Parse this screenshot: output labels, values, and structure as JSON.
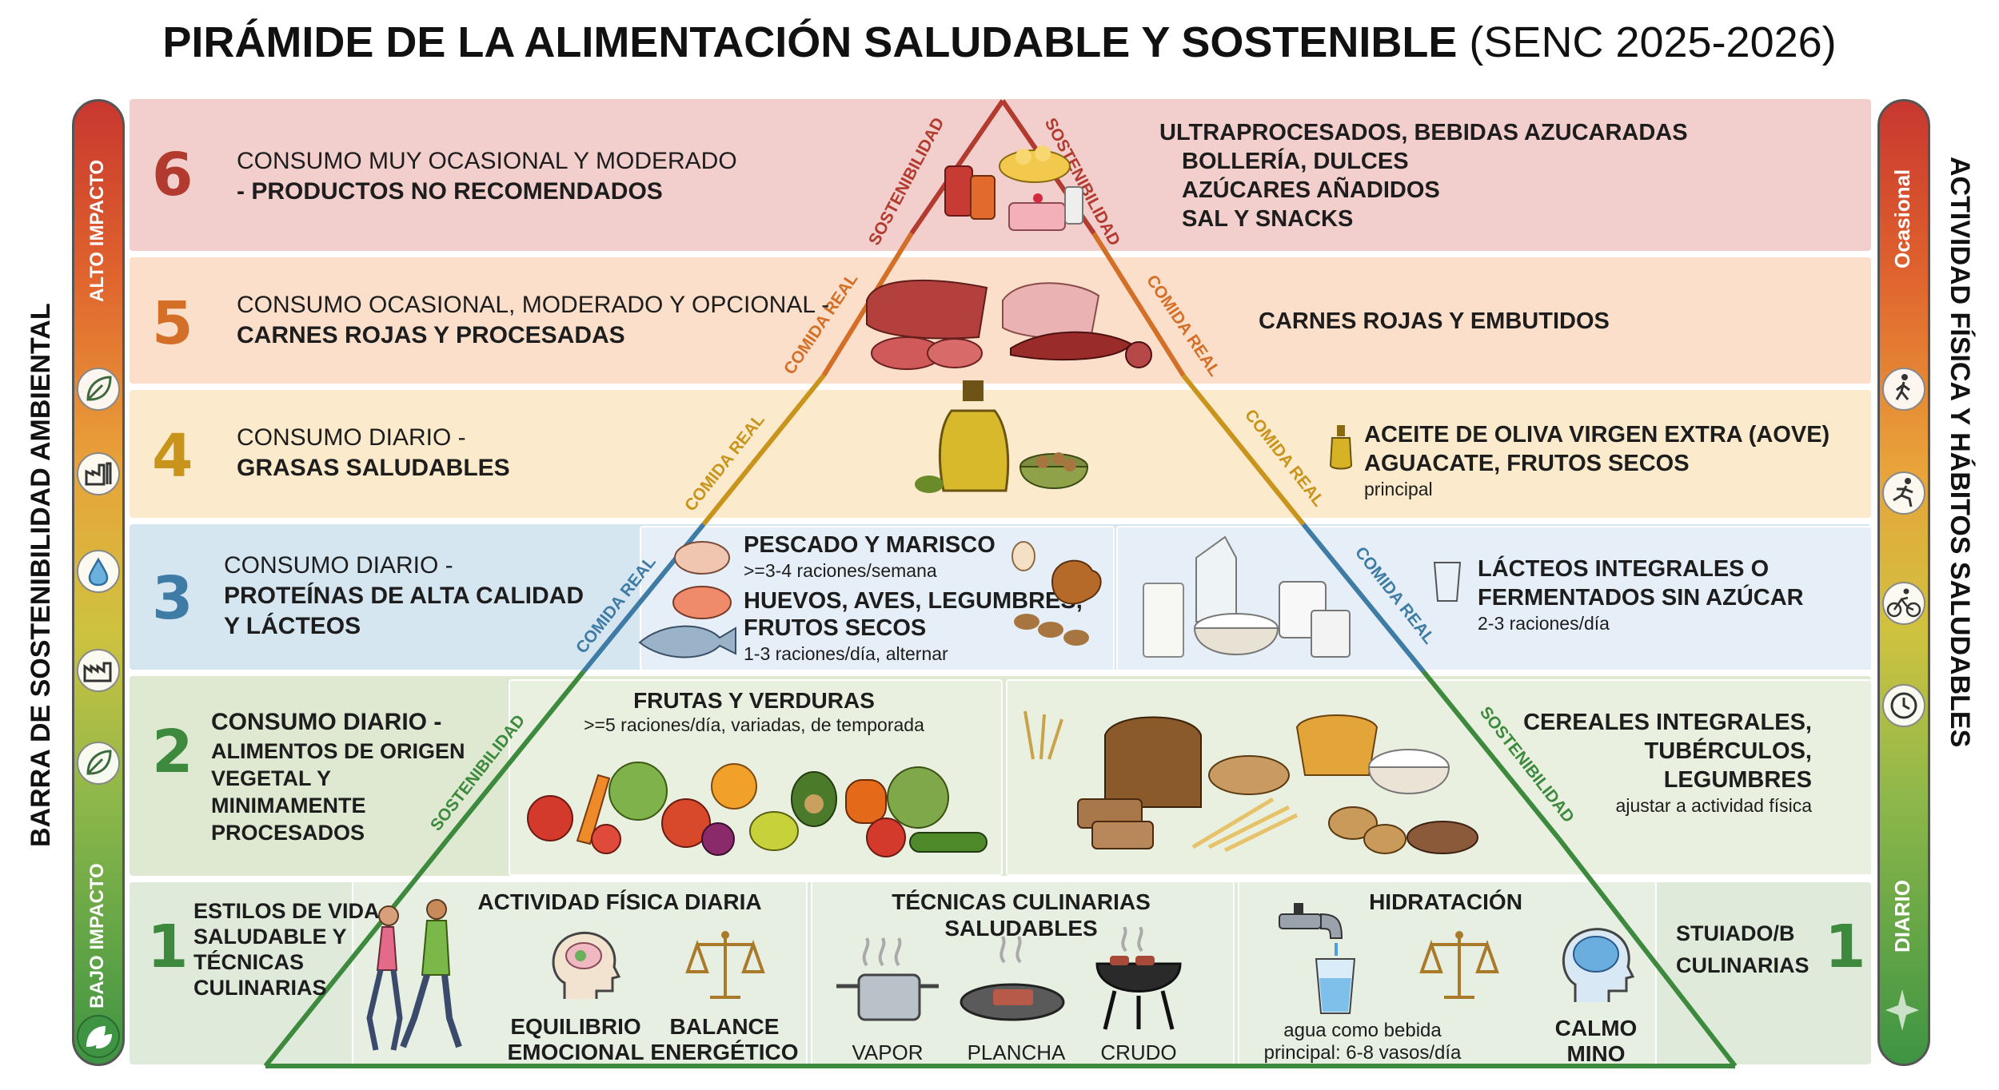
{
  "title": {
    "bold": "PIRÁMIDE DE LA ALIMENTACIÓN SALUDABLE Y SOSTENIBLE",
    "normal": "(SENC 2025-2026)"
  },
  "colors": {
    "level6": "#f2cfcd",
    "level5": "#fbdfcb",
    "level4": "#fbeacb",
    "level3": "#d6e6f1",
    "level2": "#dfe9d2",
    "level1": "#dfeadb",
    "red": "#b23a2e",
    "orange": "#d46f28",
    "amber": "#c9941c",
    "blue": "#3f7ca5",
    "green": "#3d8a3e"
  },
  "left_sidebar": {
    "title": "BARRA DE SOSTENIBILIDAD AMBIENTAL",
    "top_label": "ALTO IMPACTO",
    "bottom_label": "BAJO IMPACTO",
    "icons": [
      "leaf-icon",
      "factory-icon",
      "water-drop-icon",
      "factory-icon",
      "leaf-icon",
      "leaf-badge-icon"
    ]
  },
  "right_sidebar": {
    "title": "ACTIVIDAD FÍSICA Y HÁBITOS SALUDABLES",
    "top_label": "Ocasional",
    "bottom_label": "DIARIO",
    "icons": [
      "walking-icon",
      "running-icon",
      "cycling-icon",
      "clock-icon",
      "sparkle-icon"
    ]
  },
  "pyramid_labels": {
    "sostenibilidad": "SOSTENIBILIDAD",
    "comida_real": "COMIDA REAL"
  },
  "level6": {
    "number": "6",
    "line1": "CONSUMO MUY OCASIONAL Y MODERADO",
    "line2": "- PRODUCTOS NO RECOMENDADOS",
    "right": [
      "ULTRAPROCESADOS, BEBIDAS AZUCARADAS",
      "BOLLERÍA, DULCES",
      "AZÚCARES AÑADIDOS",
      "SAL Y SNACKS"
    ]
  },
  "level5": {
    "number": "5",
    "line1": "CONSUMO OCASIONAL, MODERADO Y OPCIONAL -",
    "line2": "CARNES ROJAS Y PROCESADAS",
    "right": "CARNES ROJAS Y EMBUTIDOS"
  },
  "level4": {
    "number": "4",
    "line1": "CONSUMO DIARIO -",
    "line2": "GRASAS SALUDABLES",
    "right1": "ACEITE DE OLIVA VIRGEN EXTRA (AOVE)",
    "right2": "AGUACATE, FRUTOS SECOS",
    "right_note": "principal"
  },
  "level3": {
    "number": "3",
    "line1": "CONSUMO DIARIO -",
    "line2": "PROTEÍNAS DE ALTA CALIDAD",
    "line3": "Y LÁCTEOS",
    "fish_title": "PESCADO Y MARISCO",
    "fish_note": ">=3-4 raciones/semana",
    "eggs_title1": "HUEVOS, AVES, LEGUMBRES,",
    "eggs_title2": "FRUTOS SECOS",
    "eggs_note": "1-3 raciones/día, alternar",
    "dairy1": "LÁCTEOS INTEGRALES O",
    "dairy2": "FERMENTADOS SIN AZÚCAR",
    "dairy_note": "2-3 raciones/día"
  },
  "level2": {
    "number": "2",
    "line1": "CONSUMO DIARIO -",
    "line2": "ALIMENTOS DE ORIGEN",
    "line3": "VEGETAL Y",
    "line4": "MINIMAMENTE",
    "line5": "PROCESADOS",
    "fruits_title": "FRUTAS Y VERDURAS",
    "fruits_note": ">=5 raciones/día, variadas, de temporada",
    "cereals1": "CEREALES INTEGRALES,",
    "cereals2": "TUBÉRCULOS,",
    "cereals3": "LEGUMBRES",
    "cereals_note": "ajustar a actividad física"
  },
  "level1": {
    "number": "1",
    "left1": "ESTILOS DE VIDA",
    "left2": "SALUDABLE Y",
    "left3": "TÉCNICAS",
    "left4": "CULINARIAS",
    "activity_title": "ACTIVIDAD FÍSICA DIARIA",
    "eq1": "EQUILIBRIO",
    "eq2": "EMOCIONAL",
    "bal1": "BALANCE",
    "bal2": "ENERGÉTICO",
    "tech_title": "TÉCNICAS CULINARIAS SALUDABLES",
    "vapor": "VAPOR",
    "plancha": "PLANCHA",
    "crudo": "CRUDO",
    "hyd_title": "HIDRATACIÓN",
    "water1": "agua como bebida",
    "water2": "principal: 6-8 vasos/día",
    "calm1": "CALMO",
    "calm2": "MINO",
    "right1": "STUIADO/B",
    "right2": "CULINARIAS",
    "right_number": "1"
  }
}
